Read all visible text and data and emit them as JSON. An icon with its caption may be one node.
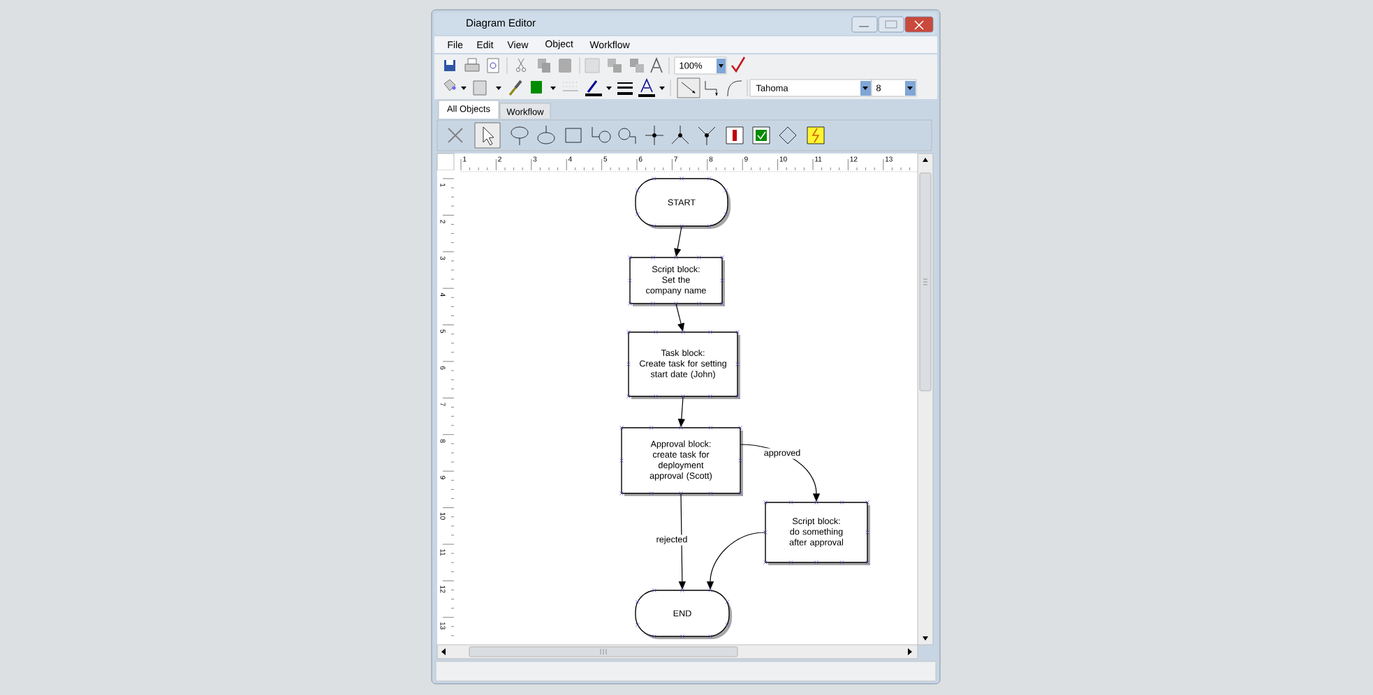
{
  "diagram": {
    "title": "Diagram Editor",
    "nodes": [
      {
        "text": [
          "START"
        ]
      },
      {
        "text": [
          "Script block:",
          "Set the company name"
        ]
      },
      {
        "text": [
          "Task block:",
          "Create task for setting start date (John)"
        ]
      },
      {
        "text": [
          "Approval block:",
          "create task for deployment approval (Scott)"
        ]
      },
      {
        "text": [
          "Script block:",
          "do something after approval"
        ]
      },
      {
        "text": [
          "END"
        ]
      }
    ],
    "edges": [
      {
        "from": 0,
        "to": 1,
        "arrow": "to"
      },
      {
        "from": 1,
        "to": 2,
        "arrow": "to"
      },
      {
        "from": 2,
        "to": 3,
        "arrow": "to"
      },
      {
        "from": 3,
        "to": 4,
        "arrow": "to",
        "label": "approved"
      },
      {
        "from": 3,
        "to": 5,
        "arrow": "to",
        "label": "rejected"
      },
      {
        "from": 4,
        "to": 5,
        "arrow": "to"
      }
    ],
    "labels": [
      "File",
      "Edit",
      "View",
      "Object",
      "Workflow",
      "100%",
      "Tahoma",
      "8",
      "All Objects",
      "Workflow",
      "1",
      "2",
      "3",
      "4",
      "5",
      "6",
      "7",
      "8",
      "9",
      "10",
      "11",
      "12",
      "13",
      "1",
      "2",
      "3",
      "4",
      "5",
      "6",
      "7",
      "8",
      "9",
      "10",
      "11",
      "12",
      "13"
    ]
  }
}
